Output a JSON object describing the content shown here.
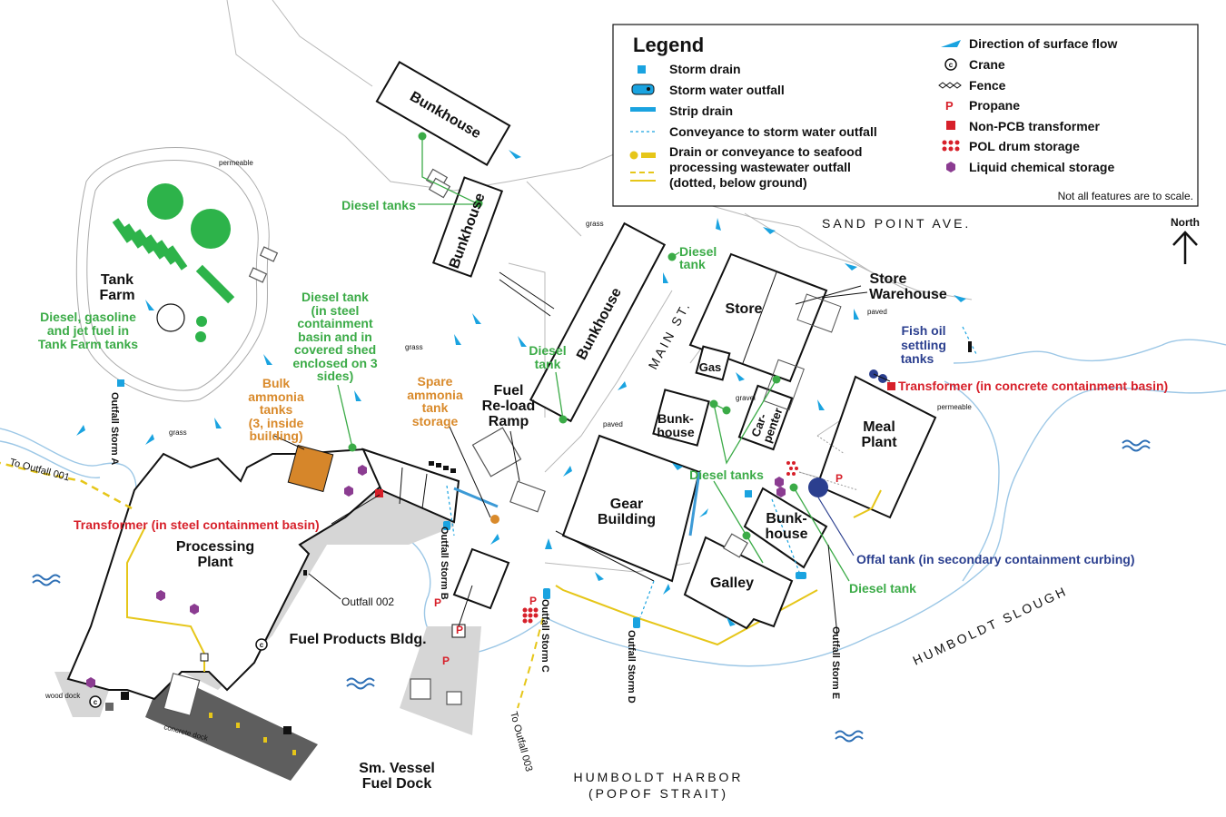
{
  "legend": {
    "title": "Legend",
    "left_items": [
      {
        "icon": "storm-drain",
        "label": "Storm drain"
      },
      {
        "icon": "storm-water-outfall",
        "label": "Storm water outfall"
      },
      {
        "icon": "strip-drain",
        "label": "Strip drain"
      },
      {
        "icon": "conveyance-storm",
        "label": "Conveyance to storm water outfall"
      },
      {
        "icon": "drain-seafood",
        "label": "Drain or conveyance to seafood"
      },
      {
        "icon": "none",
        "label": "processing wastewater outfall"
      },
      {
        "icon": "none",
        "label": "(dotted, below ground)"
      }
    ],
    "right_items": [
      {
        "icon": "flow-arrow",
        "label": "Direction of surface flow"
      },
      {
        "icon": "crane",
        "label": "Crane"
      },
      {
        "icon": "fence",
        "label": "Fence"
      },
      {
        "icon": "propane",
        "label": "Propane"
      },
      {
        "icon": "transformer",
        "label": "Non-PCB transformer"
      },
      {
        "icon": "pol-drum",
        "label": "POL drum storage"
      },
      {
        "icon": "liquid-chem",
        "label": "Liquid chemical storage"
      }
    ],
    "note": "Not all features are to scale.",
    "crane_symbol": "c",
    "propane_symbol": "P"
  },
  "north": "North",
  "streets": {
    "sand_point": "SAND POINT AVE.",
    "main": "MAIN ST."
  },
  "water": {
    "harbor_line1": "HUMBOLDT HARBOR",
    "harbor_line2": "(POPOF STRAIT)",
    "slough": "HUMBOLDT SLOUGH"
  },
  "buildings": {
    "bunkhouse_top": "Bunkhouse",
    "bunkhouse_mid": "Bunkhouse",
    "bunkhouse_long": "Bunkhouse",
    "store": "Store",
    "gas": "Gas",
    "bunk_line1": "Bunk-",
    "bunk_line2": "house",
    "car_line1": "Car-",
    "car_line2": "penter",
    "meal_line1": "Meal",
    "meal_line2": "Plant",
    "gear_line1": "Gear",
    "gear_line2": "Building",
    "galley": "Galley",
    "bunk2_line1": "Bunk-",
    "bunk2_line2": "house",
    "processing_line1": "Processing",
    "processing_line2": "Plant",
    "fuel_products": "Fuel Products Bldg.",
    "vessel_line1": "Sm. Vessel",
    "vessel_line2": "Fuel Dock",
    "fuel_reload_line1": "Fuel",
    "fuel_reload_line2": "Re-load",
    "fuel_reload_line3": "Ramp",
    "store_wh_line1": "Store",
    "store_wh_line2": "Warehouse",
    "tank_farm_line1": "Tank",
    "tank_farm_line2": "Farm"
  },
  "green_labels": {
    "diesel_tanks_top": "Diesel tanks",
    "tank_farm_fuel_line1": "Diesel, gasoline",
    "tank_farm_fuel_line2": "and jet fuel in",
    "tank_farm_fuel_line3": "Tank Farm tanks",
    "diesel_steel_line1": "Diesel tank",
    "diesel_steel_line2": "(in steel",
    "diesel_steel_line3": "containment",
    "diesel_steel_line4": "basin and in",
    "diesel_steel_line5": "covered shed",
    "diesel_steel_line6": "enclosed on 3",
    "diesel_steel_line7": "sides)",
    "diesel_tank_mid_line1": "Diesel",
    "diesel_tank_mid_line2": "tank",
    "diesel_tank_main_line1": "Diesel",
    "diesel_tank_main_line2": "tank",
    "diesel_tanks_center": "Diesel tanks",
    "diesel_tank_right": "Diesel tank"
  },
  "orange_labels": {
    "bulk_line1": "Bulk",
    "bulk_line2": "ammonia",
    "bulk_line3": "tanks",
    "bulk_line4": "(3, inside",
    "bulk_line5": "building)",
    "spare_line1": "Spare",
    "spare_line2": "ammonia",
    "spare_line3": "tank",
    "spare_line4": "storage"
  },
  "red_labels": {
    "transformer_steel": "Transformer (in steel containment basin)",
    "transformer_concrete": "Transformer (in concrete containment basin)"
  },
  "navy_labels": {
    "fish_oil_line1": "Fish oil",
    "fish_oil_line2": "settling",
    "fish_oil_line3": "tanks",
    "offal_tank": "Offal tank (in secondary containment curbing)"
  },
  "outfalls": {
    "a": "Outfall Storm A",
    "b": "Outfall Storm B",
    "c": "Outfall Storm C",
    "d": "Outfall Storm D",
    "e": "Outfall Storm E",
    "o001": "To Outfall 001",
    "o002": "Outfall 002",
    "o003": "To Outfall 003"
  },
  "surfaces": {
    "permeable_tl": "permeable",
    "grass_1": "grass",
    "grass_2": "grass",
    "grass_3": "grass",
    "paved_1": "paved",
    "paved_2": "paved",
    "gravel": "gravel",
    "permeable_r": "permeable",
    "wood_dock": "wood dock",
    "concrete_dock": "concrete dock"
  },
  "colors": {
    "flow_arrow": "#1aa3e0",
    "green_label": "#3bab47",
    "orange_label": "#d98a2b",
    "red_label": "#d7202a",
    "navy_label": "#2b3f8f",
    "tank_green": "#2db34a",
    "chemical": "#8b3c91",
    "yellow_line": "#e6c619",
    "paved_gray": "#d6d6d6",
    "dock_dark": "#5e5e5e",
    "ammonia_building": "#d6862a"
  }
}
